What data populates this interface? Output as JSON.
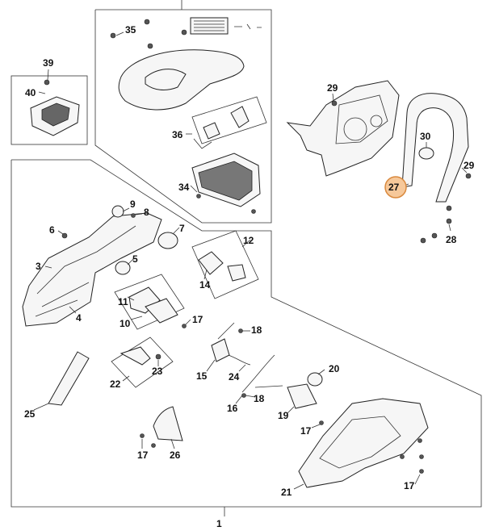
{
  "diagram": {
    "labels": {
      "l1": "1",
      "l3": "3",
      "l4": "4",
      "l5": "5",
      "l6": "6",
      "l7": "7",
      "l8": "8",
      "l9": "9",
      "l10": "10",
      "l11": "11",
      "l12": "12",
      "l14": "14",
      "l15": "15",
      "l16": "16",
      "l17a": "17",
      "l17b": "17",
      "l17c": "17",
      "l17d": "17",
      "l18a": "18",
      "l18b": "18",
      "l19": "19",
      "l20": "20",
      "l21": "21",
      "l22": "22",
      "l23": "23",
      "l24": "24",
      "l25": "25",
      "l26": "26",
      "l27": "27",
      "l28": "28",
      "l29a": "29",
      "l29b": "29",
      "l30": "30",
      "l34": "34",
      "l35": "35",
      "l36": "36",
      "l39": "39",
      "l40": "40"
    },
    "highlight_color": "#f6c89a"
  }
}
